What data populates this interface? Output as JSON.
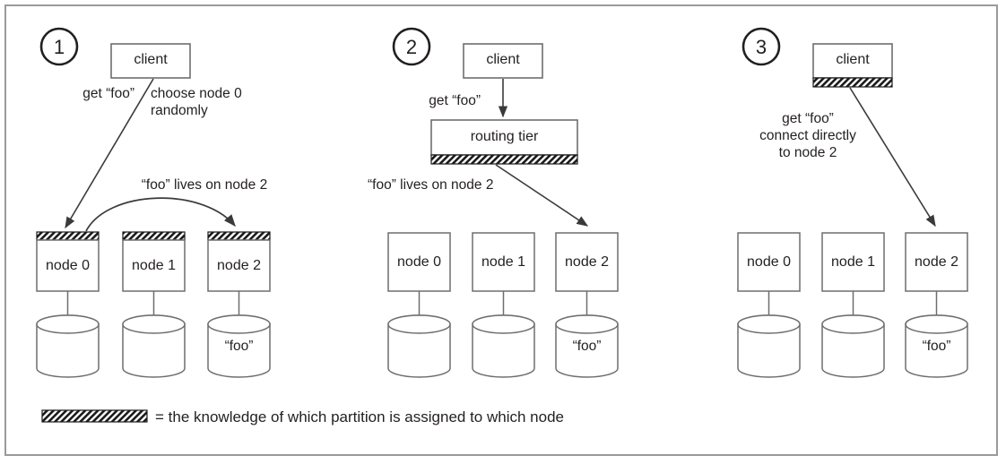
{
  "figure": {
    "title_present": false,
    "colors": {
      "stroke": "#3a3a3a",
      "box_stroke": "#6e6e6e",
      "text": "#231f20",
      "frame": "#9a9a9a",
      "hatch": "#1a1a1a",
      "background": "#ffffff"
    }
  },
  "panels": [
    {
      "step": "1",
      "client": {
        "label": "client",
        "hatched": false
      },
      "annotations": [
        {
          "text": "get “foo”"
        },
        {
          "text": "choose node 0"
        },
        {
          "text": "randomly"
        },
        {
          "text": "“foo” lives on node 2"
        }
      ],
      "nodes": [
        {
          "label": "node 0",
          "hatched": true,
          "db": ""
        },
        {
          "label": "node 1",
          "hatched": true,
          "db": ""
        },
        {
          "label": "node 2",
          "hatched": true,
          "db": "“foo”"
        }
      ]
    },
    {
      "step": "2",
      "client": {
        "label": "client",
        "hatched": false
      },
      "routing_tier": {
        "label": "routing tier",
        "hatched": true
      },
      "annotations": [
        {
          "text": "get “foo”"
        },
        {
          "text": "“foo” lives on node 2"
        }
      ],
      "nodes": [
        {
          "label": "node 0",
          "hatched": false,
          "db": ""
        },
        {
          "label": "node 1",
          "hatched": false,
          "db": ""
        },
        {
          "label": "node 2",
          "hatched": false,
          "db": "“foo”"
        }
      ]
    },
    {
      "step": "3",
      "client": {
        "label": "client",
        "hatched": true
      },
      "annotations": [
        {
          "text": "get “foo”"
        },
        {
          "text": "connect directly"
        },
        {
          "text": "to node 2"
        }
      ],
      "nodes": [
        {
          "label": "node 0",
          "hatched": false,
          "db": ""
        },
        {
          "label": "node 1",
          "hatched": false,
          "db": ""
        },
        {
          "label": "node 2",
          "hatched": false,
          "db": "“foo”"
        }
      ]
    }
  ],
  "legend": {
    "swatch": "hatch-pattern-swatch",
    "text": "= the knowledge of which partition is assigned to which node"
  }
}
